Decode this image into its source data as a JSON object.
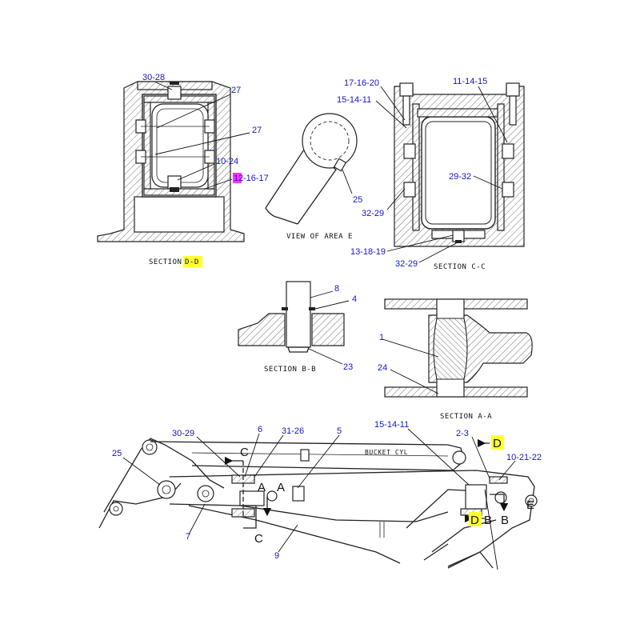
{
  "colors": {
    "callout": "#1414c8",
    "highlight_yellow": "#ffff33",
    "highlight_magenta": "#ff33ff",
    "line": "#222222"
  },
  "titles": {
    "section_dd_prefix": "SECTION ",
    "section_dd_letter": "D-D",
    "view_area_e": "VIEW OF AREA E",
    "section_cc": "SECTION C-C",
    "section_bb": "SECTION B-B",
    "section_aa": "SECTION A-A",
    "bucket_cyl": "BUCKET CYL"
  },
  "callouts": {
    "dd": {
      "c30_28": "30-28",
      "c27a": "27",
      "c27b": "27",
      "c10_24": "10-24",
      "c12_16_17_hl": "12",
      "c12_16_17_rest": "-16-17"
    },
    "e": {
      "c25": "25"
    },
    "cc": {
      "c17_16_20": "17-16-20",
      "c11_14_15": "11-14-15",
      "c15_14_11": "15-14-11",
      "c29_32": "29-32",
      "c32_29a": "32-29",
      "c13_18_19": "13-18-19",
      "c32_29b": "32-29"
    },
    "bb": {
      "c8": "8",
      "c4": "4",
      "c23": "23"
    },
    "aa": {
      "c1": "1",
      "c24": "24"
    },
    "main": {
      "c30_29": "30-29",
      "c6": "6",
      "c31_26": "31-26",
      "c5": "5",
      "c15_14_11": "15-14-11",
      "c2_3": "2-3",
      "c10_21_22": "10-21-22",
      "c25": "25",
      "c7": "7",
      "c9": "9"
    }
  },
  "view_markers": {
    "c1": "C",
    "c2": "C",
    "a1": "A",
    "a2": "A",
    "d1": "D",
    "d2": "D",
    "b1": "B",
    "b2": "B",
    "e": "E"
  },
  "icons": [
    "section-arrow-icon",
    "hatch-pattern",
    "bolt-symbol"
  ]
}
